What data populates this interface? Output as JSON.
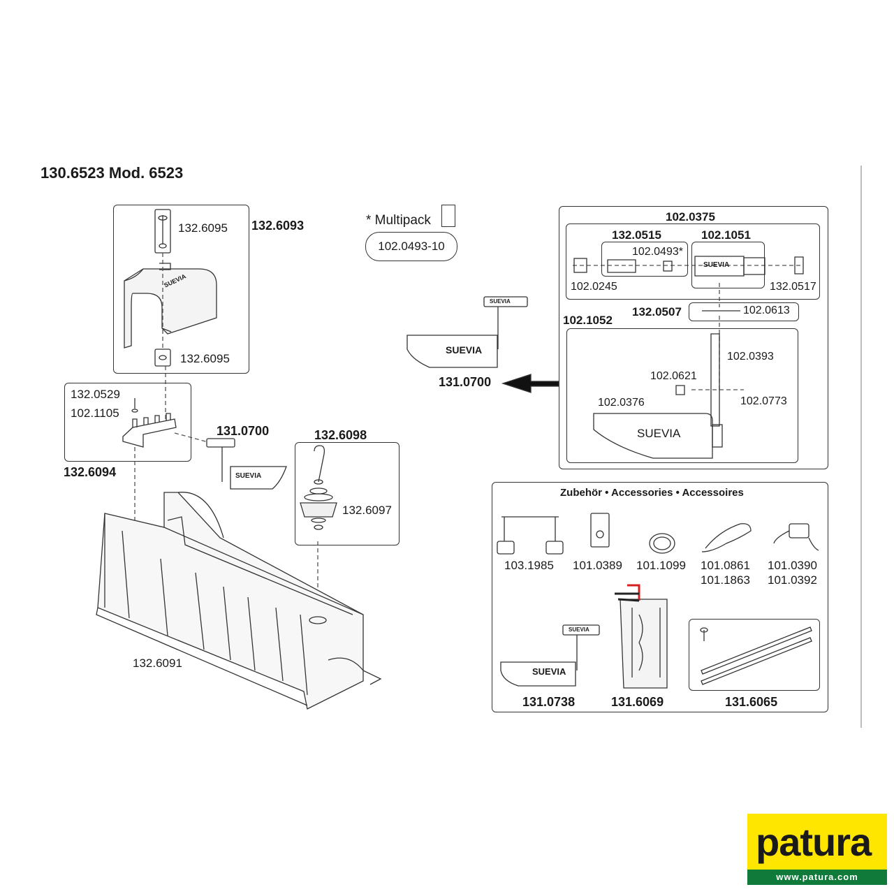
{
  "title": "130.6523 Mod. 6523",
  "multipack": {
    "label": "* Multipack",
    "part": "102.0493-10"
  },
  "left": {
    "hood_group": "132.6093",
    "hood_screw_top": "132.6095",
    "hood_screw_bottom": "132.6095",
    "bracket_group": "132.6094",
    "bracket_screw": "132.0529",
    "bracket_washer": "102.1105",
    "valve": "131.0700",
    "plug_group": "132.6098",
    "plug": "132.6097",
    "trough": "132.6091"
  },
  "valve_detail": {
    "assembly": "102.0375",
    "sub_left": "132.0515",
    "sub_right": "102.1051",
    "seal": "102.0493*",
    "nut_left": "102.0245",
    "nut_right": "132.0517",
    "pin_group": "132.0507",
    "pin": "102.0613",
    "lever_group": "102.1052",
    "lever": "102.0393",
    "screw": "102.0621",
    "rivet": "102.0773",
    "paddle": "102.0376",
    "result": "131.0700"
  },
  "brand": "SUEVIA",
  "accessories": {
    "title": "Zubehör • Accessories • Accessoires",
    "items": [
      {
        "codes": [
          "103.1985"
        ]
      },
      {
        "codes": [
          "101.0389"
        ]
      },
      {
        "codes": [
          "101.1099"
        ]
      },
      {
        "codes": [
          "101.0861",
          "101.1863"
        ]
      },
      {
        "codes": [
          "101.0390",
          "101.0392"
        ]
      }
    ],
    "bottom": [
      "131.0738",
      "131.6069",
      "131.6065"
    ]
  },
  "logo": {
    "word": "patura",
    "url": "www.patura.com"
  },
  "colors": {
    "logo_yellow": "#ffe600",
    "logo_green": "#0f7a3a",
    "heater_wire": "#d42020"
  }
}
